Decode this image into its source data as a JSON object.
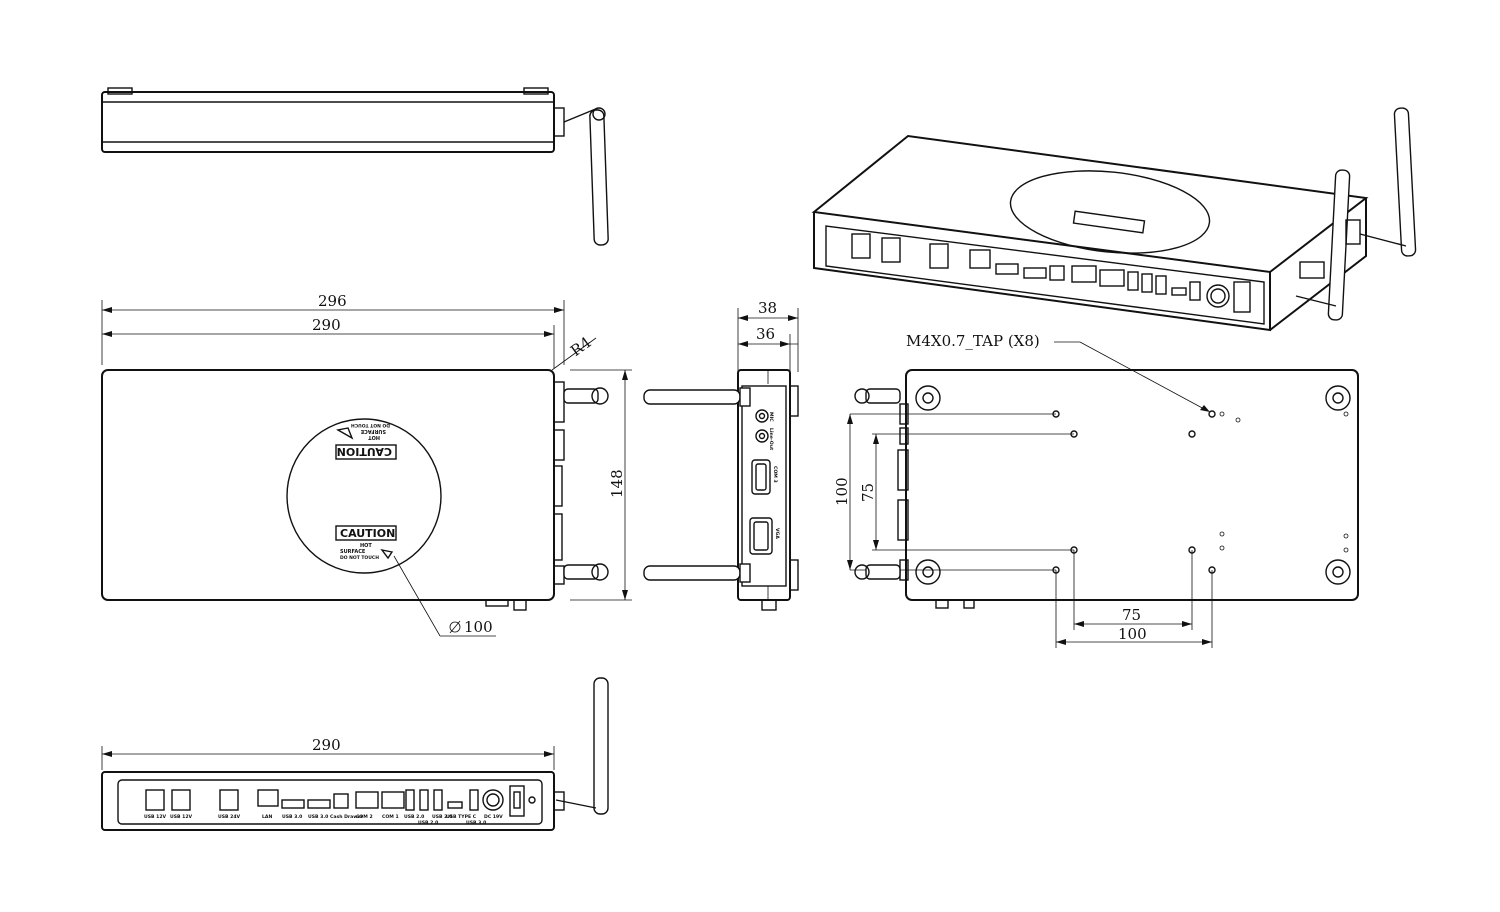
{
  "dimensions": {
    "overall_length": "296",
    "body_length": "290",
    "corner_radius": "R4",
    "depth": "148",
    "caution_circle": "100",
    "height_overall": "38",
    "height_body": "36",
    "front_length": "290",
    "hole_spacing_v_inner": "75",
    "hole_spacing_v_outer": "100",
    "hole_spacing_h_inner": "75",
    "hole_spacing_h_outer": "100"
  },
  "mount_note": "M4X0.7_TAP (X8)",
  "caution_label": {
    "title": "CAUTION",
    "line1": "HOT",
    "line2": "SURFACE",
    "line3": "DO NOT TOUCH"
  },
  "front_ports": [
    {
      "label": "USB  12V"
    },
    {
      "label": "USB  12V"
    },
    {
      "label": "USB  24V"
    },
    {
      "label": "LAN"
    },
    {
      "label": "USB  3.0"
    },
    {
      "label": "USB  3.0"
    },
    {
      "label": "Cash Drawer"
    },
    {
      "label": "COM  2"
    },
    {
      "label": "COM  1"
    },
    {
      "label": "USB 2.0"
    },
    {
      "label": "USB 2.0"
    },
    {
      "label": "USB 2.0"
    },
    {
      "label": "USB TYPE C"
    },
    {
      "label": "USB 3.0"
    },
    {
      "label": "DC  19V"
    }
  ],
  "side_ports": [
    {
      "label": "MIC"
    },
    {
      "label": "Line-Out"
    },
    {
      "label": "COM  3"
    },
    {
      "label": "VGA"
    }
  ]
}
